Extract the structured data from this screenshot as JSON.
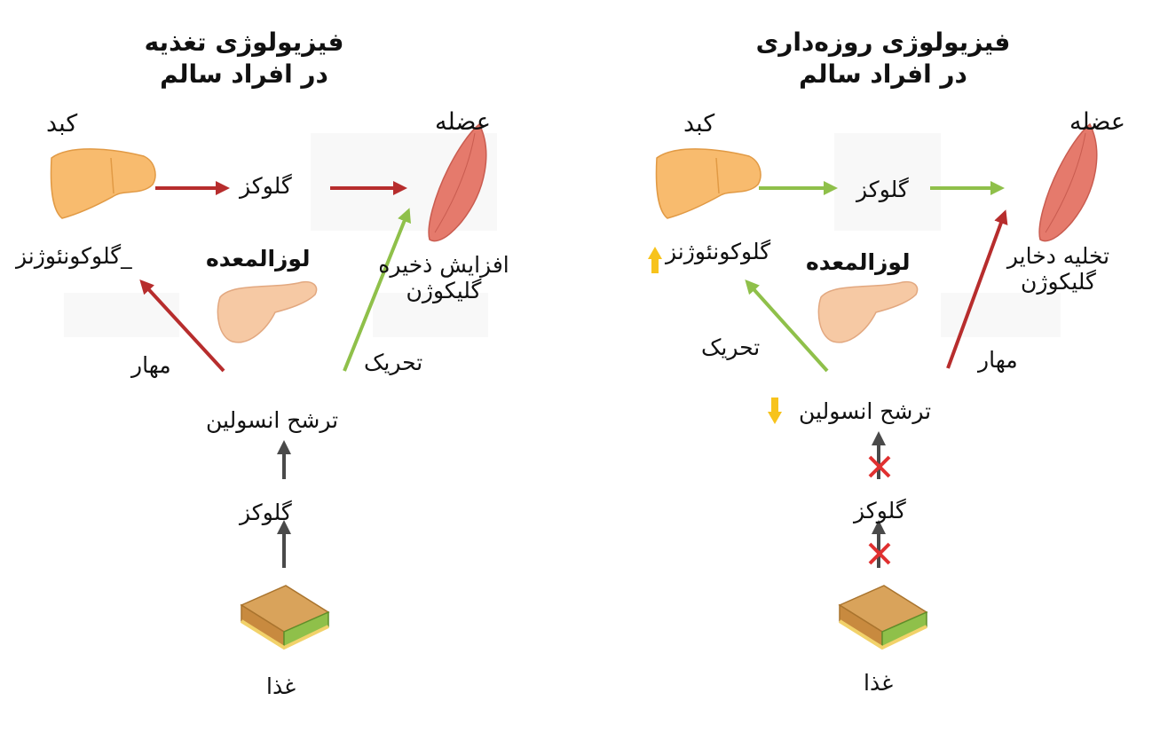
{
  "colors": {
    "feeding_arrow": "#b72d2d",
    "fasting_arrow": "#8fc04a",
    "stimulate_arrow": "#8fc04a",
    "inhibit_arrow": "#b72d2d",
    "gray_arrow": "#4a4a4a",
    "liver": "#f8bb6e",
    "muscle": "#e57a6c",
    "pancreas": "#f6c9a4",
    "up_down_indicator": "#f7c31c",
    "blocked_mark": "#e03030"
  },
  "left_panel": {
    "title_line1": "فیزیولوژی تغذیه",
    "title_line2": "در افراد سالم",
    "liver_label": "کبد",
    "muscle_label": "عضله",
    "glucose_mid": "گلوکز",
    "gluconeogenesis": "_گلوکونئوژنز",
    "pancreas_label": "لوزالمعده",
    "muscle_effect_line1": "افزایش ذخیره",
    "muscle_effect_line2": "گلیکوژن",
    "inhibit_label": "مهار",
    "stimulate_label": "تحریک",
    "insulin_label": "ترشح انسولین",
    "glucose_bottom": "گلوکز",
    "food_label": "غذا"
  },
  "right_panel": {
    "title_line1": "فیزیولوژی روزه‌داری",
    "title_line2": "در افراد سالم",
    "liver_label": "کبد",
    "muscle_label": "عضله",
    "glucose_mid": "گلوکز",
    "gluconeogenesis": "گلوکونئوژنز",
    "pancreas_label": "لوزالمعده",
    "muscle_effect_line1": "تخلیه دخایر",
    "muscle_effect_line2": "گلیکوژن",
    "inhibit_label": "مهار",
    "stimulate_label": "تحریک",
    "insulin_label": "ترشح انسولین",
    "glucose_bottom": "گلوکز",
    "food_label": "غذا"
  }
}
